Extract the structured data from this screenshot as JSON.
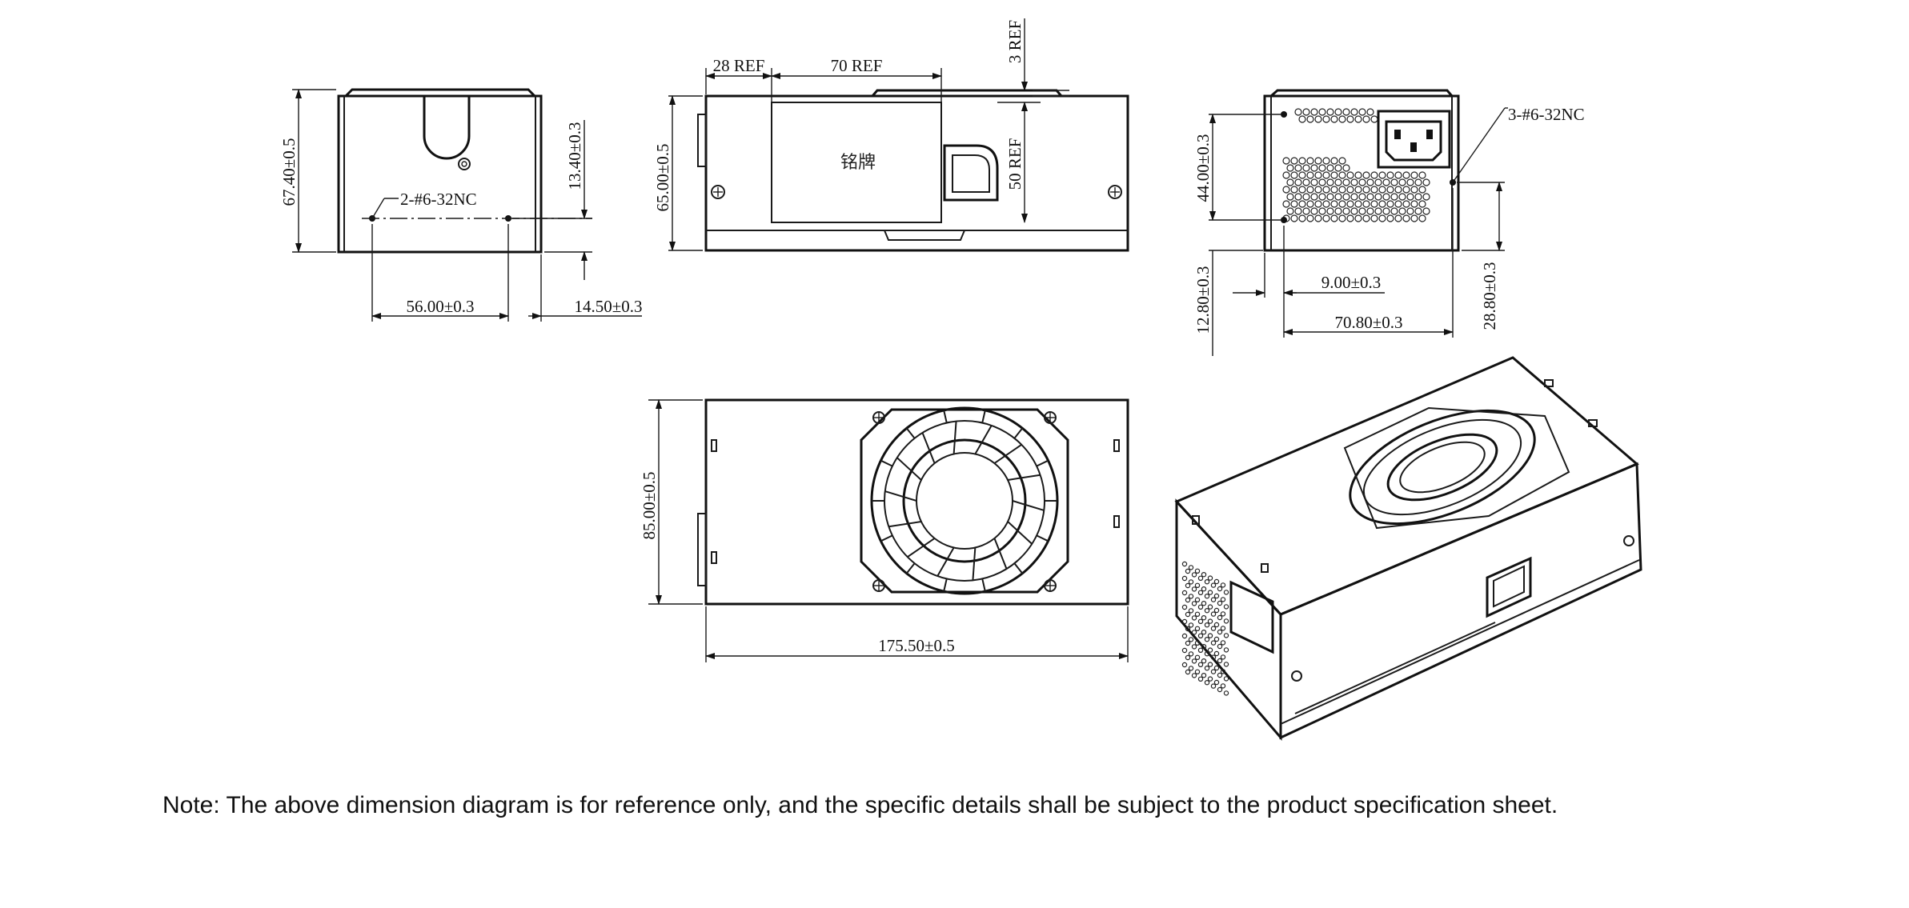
{
  "views": {
    "left": {
      "height": "67.40±0.5",
      "hole_spacing": "56.00±0.3",
      "hole_edge": "14.50±0.3",
      "hole_height": "13.40±0.3",
      "screw_callout": "2-#6-32NC"
    },
    "front": {
      "ref_28": "28 REF",
      "ref_70": "70 REF",
      "ref_3": "3 REF",
      "ref_50": "50 REF",
      "height": "65.00±0.5",
      "label_text": "铭牌"
    },
    "right": {
      "screw_callout": "3-#6-32NC",
      "hole_vertical": "44.00±0.3",
      "hole_bottom": "12.80±0.3",
      "hole_offset": "9.00±0.3",
      "hole_span": "70.80±0.3",
      "hole_right": "28.80±0.3"
    },
    "bottom": {
      "width": "85.00±0.5",
      "length": "175.50±0.5"
    }
  },
  "note": "Note: The above dimension diagram is for reference only, and the specific details shall be subject to the product specification sheet."
}
